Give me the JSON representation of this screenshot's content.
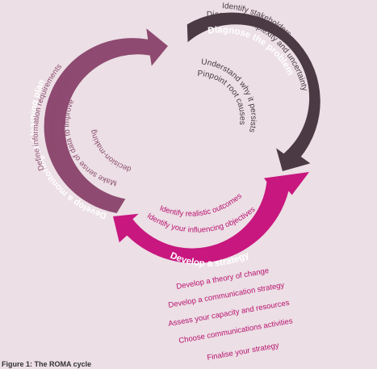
{
  "colors": {
    "background": "#ecdfe5",
    "diagnose": "#4b3a43",
    "strategy": "#c8177f",
    "monitoring": "#8e4a70",
    "text_dark": "#4b3a43",
    "text_pink": "#b8136f",
    "text_purple": "#8a4b6d"
  },
  "stages": {
    "diagnose": {
      "title": "Diagnose the problem",
      "outer_items": [
        "Identify stakeholders",
        "Diagnose complexity and uncertainty"
      ],
      "inner_items": [
        "Understand why it persists",
        "Pinpoint root causes"
      ]
    },
    "strategy": {
      "title": "Develop a strategy",
      "inner_items": [
        "Identify realistic outcomes",
        "Identify your influencing objectives"
      ],
      "outer_items": [
        "Develop a theory of change",
        "Develop a communication strategy",
        "Assess your capacity and resources",
        "Choose communications activities",
        "Finalise your strategy"
      ]
    },
    "monitoring": {
      "title": "Develop a monitoring and learning plan",
      "outer_items": [
        "Define information requirements",
        "Collect and manage data"
      ],
      "inner_items": [
        "Make sense of data to improve",
        "decision-making"
      ]
    }
  },
  "caption": "Figure 1: The ROMA cycle"
}
